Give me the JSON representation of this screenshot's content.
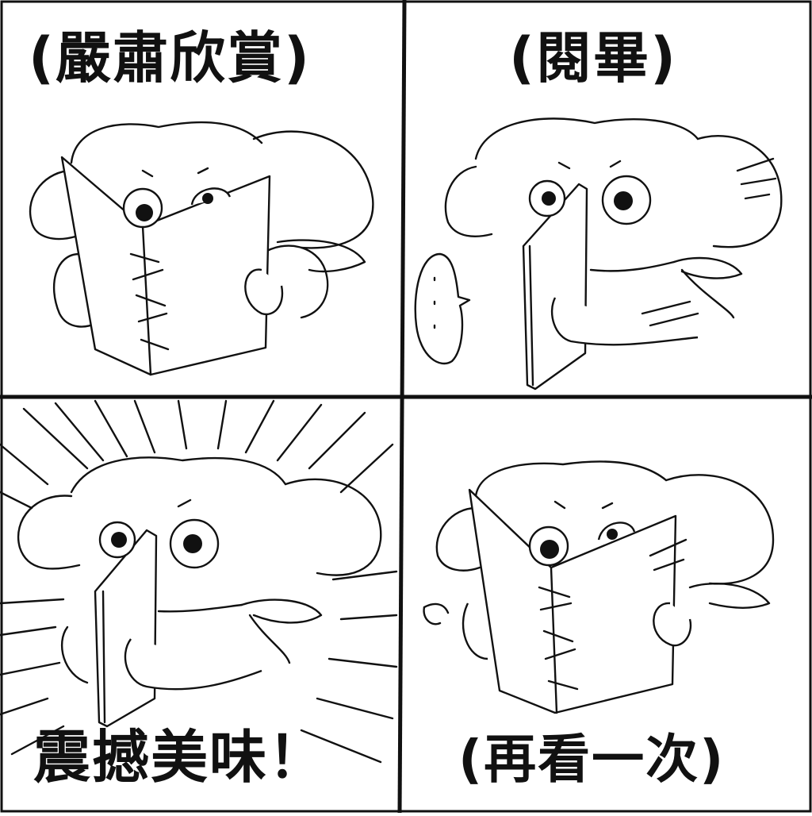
{
  "panels": [
    {
      "caption": "(嚴肅欣賞)"
    },
    {
      "caption": "(閱畢)"
    },
    {
      "caption": "震撼美味！"
    },
    {
      "caption": "(再看一次)"
    }
  ],
  "colors": {
    "ink": "#111111",
    "paper": "#ffffff"
  }
}
